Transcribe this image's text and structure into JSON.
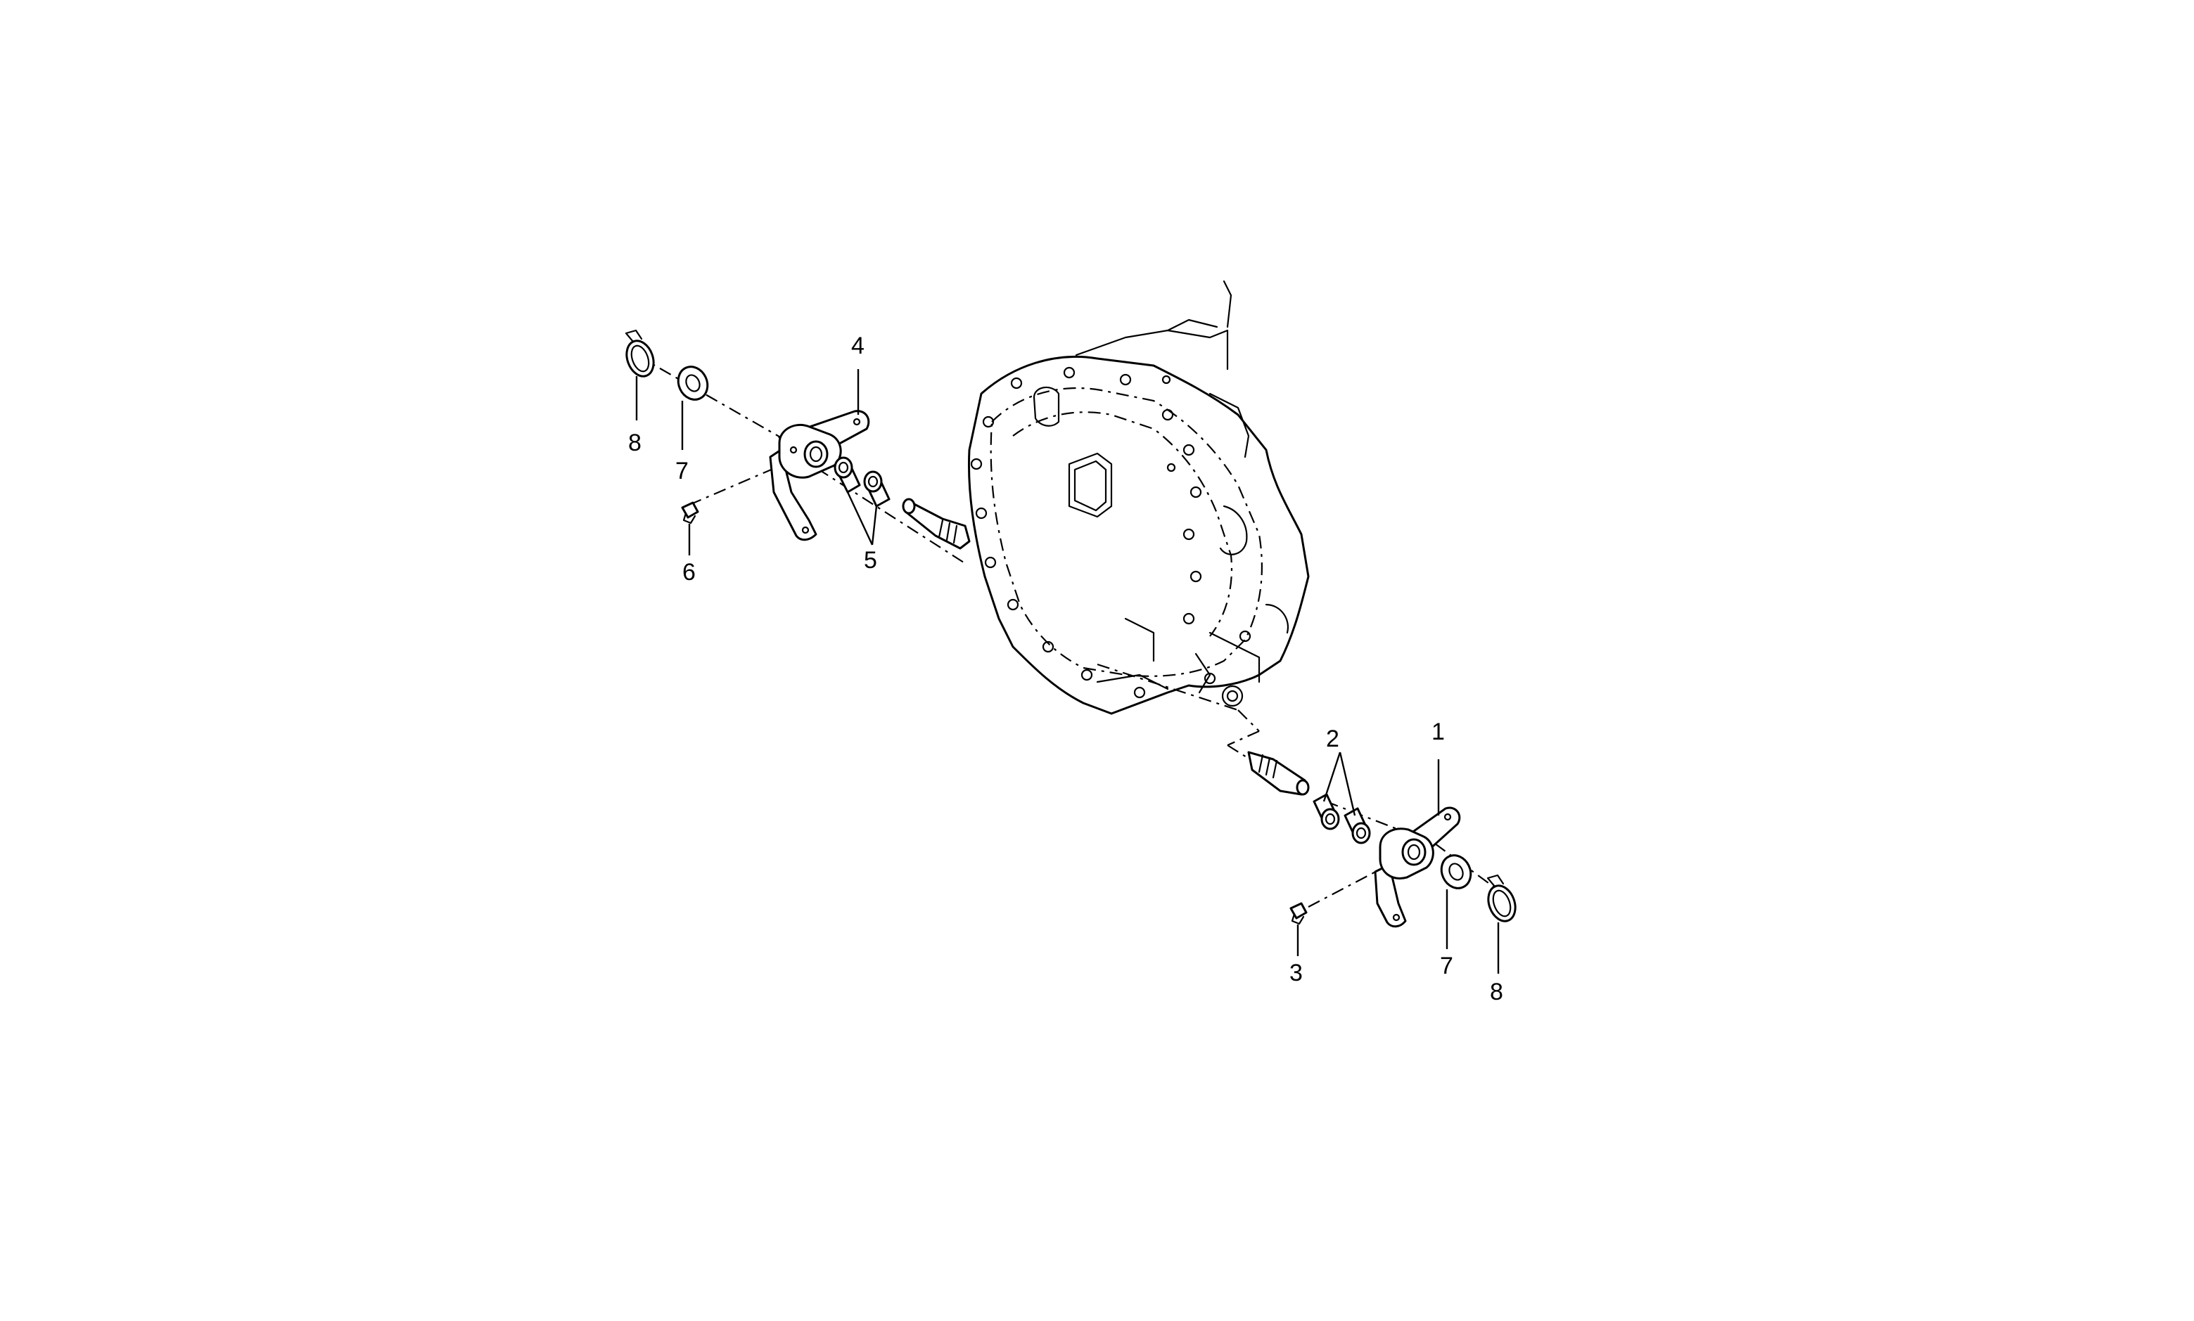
{
  "diagram": {
    "callouts": {
      "n1": "1",
      "n2": "2",
      "n3": "3",
      "n4": "4",
      "n5": "5",
      "n6": "6",
      "n7_left": "7",
      "n8_left": "8",
      "n7_right": "7",
      "n8_right": "8"
    }
  }
}
